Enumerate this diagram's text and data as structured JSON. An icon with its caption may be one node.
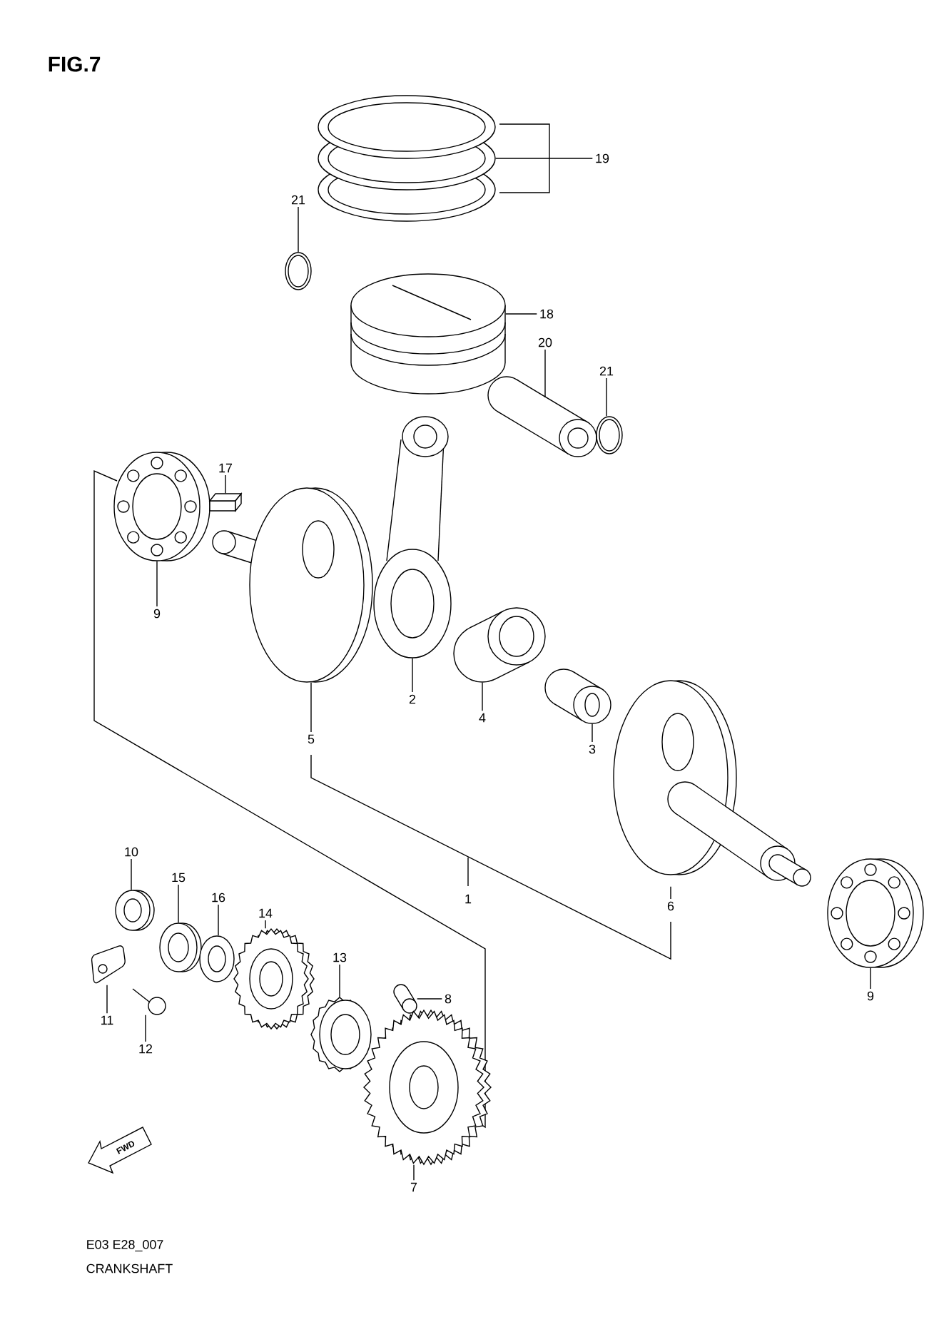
{
  "diagram": {
    "title": "FIG.7",
    "nodes": [
      {
        "text": [
          "19"
        ]
      },
      {
        "text": [
          "21"
        ]
      },
      {
        "text": [
          "18"
        ]
      },
      {
        "text": [
          "20"
        ]
      },
      {
        "text": [
          "21"
        ]
      },
      {
        "text": [
          "17"
        ]
      },
      {
        "text": [
          "9"
        ]
      },
      {
        "text": [
          "2"
        ]
      },
      {
        "text": [
          "4"
        ]
      },
      {
        "text": [
          "3"
        ]
      },
      {
        "text": [
          "5"
        ]
      },
      {
        "text": [
          "6"
        ]
      },
      {
        "text": [
          "9"
        ]
      },
      {
        "text": [
          "10"
        ]
      },
      {
        "text": [
          "15"
        ]
      },
      {
        "text": [
          "16"
        ]
      },
      {
        "text": [
          "14"
        ]
      },
      {
        "text": [
          "13"
        ]
      },
      {
        "text": [
          "8"
        ]
      },
      {
        "text": [
          "11"
        ]
      },
      {
        "text": [
          "12"
        ]
      },
      {
        "text": [
          "7"
        ]
      },
      {
        "text": [],
        "shape": "picture"
      },
      {
        "text": [],
        "shape": "picture"
      },
      {
        "text": [],
        "shape": "picture"
      },
      {
        "text": [],
        "shape": "picture"
      },
      {
        "text": [],
        "shape": "picture"
      },
      {
        "text": [],
        "shape": "picture"
      },
      {
        "text": [],
        "shape": "picture"
      },
      {
        "text": [],
        "shape": "picture"
      },
      {
        "text": [],
        "shape": "picture"
      },
      {
        "text": [],
        "shape": "picture"
      },
      {
        "text": [],
        "shape": "picture"
      },
      {
        "text": [],
        "shape": "picture"
      },
      {
        "text": [],
        "shape": "picture"
      },
      {
        "text": [],
        "shape": "picture"
      },
      {
        "text": [],
        "shape": "picture"
      },
      {
        "text": [],
        "shape": "picture"
      },
      {
        "text": [],
        "shape": "picture"
      },
      {
        "text": [],
        "shape": "picture"
      },
      {
        "text": [],
        "shape": "picture"
      },
      {
        "text": [],
        "shape": "picture"
      },
      {
        "text": [],
        "shape": "picture"
      },
      {
        "text": [],
        "shape": "picture"
      }
    ],
    "edges": [
      {
        "from": 0,
        "to": 22,
        "arrow": "none"
      },
      {
        "from": 1,
        "to": 23,
        "arrow": "none"
      },
      {
        "from": 2,
        "to": 24,
        "arrow": "none"
      },
      {
        "from": 3,
        "to": 25,
        "arrow": "none"
      },
      {
        "from": 4,
        "to": 26,
        "arrow": "none"
      },
      {
        "from": 5,
        "to": 27,
        "arrow": "none"
      },
      {
        "from": 6,
        "to": 28,
        "arrow": "none"
      },
      {
        "from": 7,
        "to": 29,
        "arrow": "none"
      },
      {
        "from": 8,
        "to": 30,
        "arrow": "none"
      },
      {
        "from": 9,
        "to": 31,
        "arrow": "none"
      },
      {
        "from": 10,
        "to": 32,
        "arrow": "none"
      },
      {
        "from": 11,
        "to": 33,
        "arrow": "none"
      },
      {
        "from": 12,
        "to": 34,
        "arrow": "none"
      },
      {
        "from": 13,
        "to": 35,
        "arrow": "none"
      },
      {
        "from": 14,
        "to": 36,
        "arrow": "none"
      },
      {
        "from": 15,
        "to": 37,
        "arrow": "none"
      },
      {
        "from": 16,
        "to": 38,
        "arrow": "none"
      },
      {
        "from": 17,
        "to": 39,
        "arrow": "none"
      },
      {
        "from": 18,
        "to": 40,
        "arrow": "none"
      },
      {
        "from": 19,
        "to": 41,
        "arrow": "none"
      },
      {
        "from": 20,
        "to": 42,
        "arrow": "none"
      },
      {
        "from": 21,
        "to": 43,
        "arrow": "none"
      }
    ],
    "labels": [
      "1",
      "FWD",
      "E03 E28_007",
      "CRANKSHAFT"
    ]
  }
}
